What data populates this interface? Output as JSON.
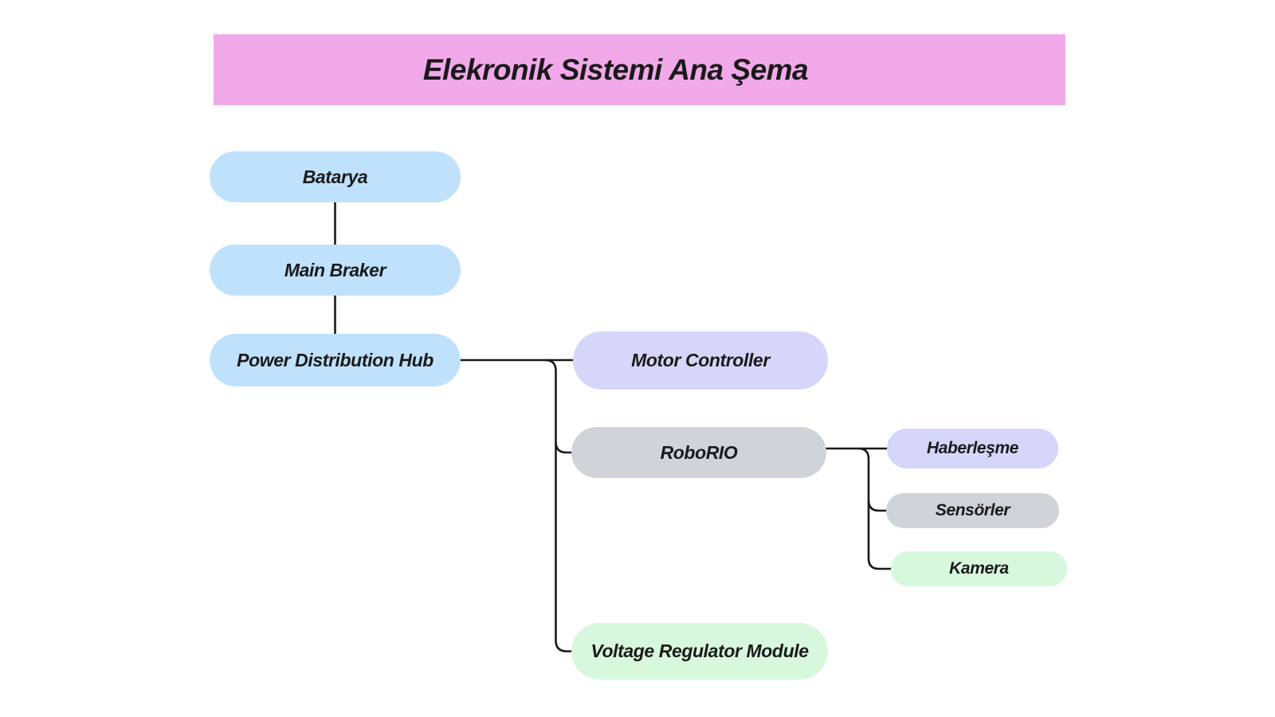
{
  "title": {
    "text": "Elekronik Sistemi Ana Şema"
  },
  "colors": {
    "page_background": "#ffffff",
    "banner": "#f2a9e9",
    "blue": "#bfe1fb",
    "lavender": "#d6d6fa",
    "gray": "#d0d3d8",
    "green": "#d8f8dd",
    "connector": "#1b1b1b",
    "text": "#1a1a1a"
  },
  "diagram": {
    "nodes": [
      {
        "id": "batarya",
        "label": "Batarya",
        "fill": "#bfe1fb"
      },
      {
        "id": "main-braker",
        "label": "Main Braker",
        "fill": "#bfe1fb"
      },
      {
        "id": "power-distribution-hub",
        "label": "Power Distribution Hub",
        "fill": "#bfe1fb"
      },
      {
        "id": "motor-controller",
        "label": "Motor Controller",
        "fill": "#d6d6fa"
      },
      {
        "id": "roborio",
        "label": "RoboRIO",
        "fill": "#d0d3d8"
      },
      {
        "id": "voltage-regulator-module",
        "label": "Voltage Regulator Module",
        "fill": "#d8f8dd"
      },
      {
        "id": "haberlesme",
        "label": "Haberleşme",
        "fill": "#d6d6fa"
      },
      {
        "id": "sensorler",
        "label": "Sensörler",
        "fill": "#d0d3d8"
      },
      {
        "id": "kamera",
        "label": "Kamera",
        "fill": "#d8f8dd"
      }
    ],
    "edges": [
      {
        "from": "Batarya",
        "to": "Main Braker"
      },
      {
        "from": "Main Braker",
        "to": "Power Distribution Hub"
      },
      {
        "from": "Power Distribution Hub",
        "to": "Motor Controller"
      },
      {
        "from": "Power Distribution Hub",
        "to": "RoboRIO"
      },
      {
        "from": "Power Distribution Hub",
        "to": "Voltage Regulator Module"
      },
      {
        "from": "RoboRIO",
        "to": "Haberleşme"
      },
      {
        "from": "RoboRIO",
        "to": "Sensörler"
      },
      {
        "from": "RoboRIO",
        "to": "Kamera"
      }
    ]
  }
}
